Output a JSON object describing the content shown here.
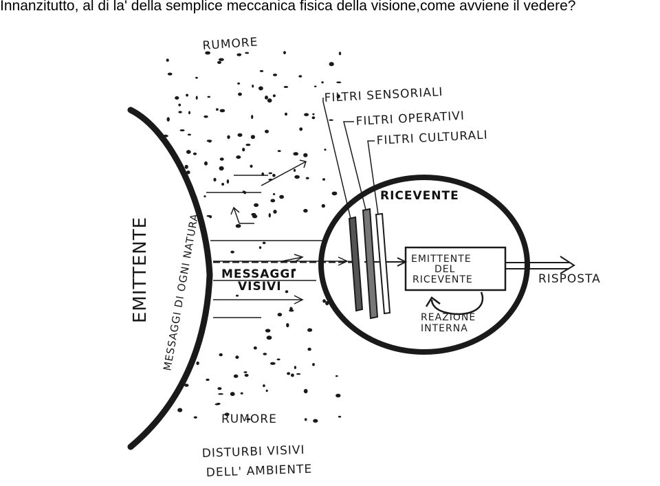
{
  "title": "Innanzitutto, al di la' della semplice meccanica fisica della visione,come avviene il vedere?",
  "diagram": {
    "emitter": "EMITTENTE",
    "messages_all": "MESSAGGI DI OGNI NATURA",
    "visual_messages": [
      "MESSAGGI",
      "VISIVI"
    ],
    "noise_top": "RUMORE",
    "noise_bottom": "RUMORE",
    "disturbances": [
      "DISTURBI VISIVI",
      "DELL' AMBIENTE"
    ],
    "filters": [
      "FILTRI SENSORIALI",
      "FILTRI OPERATIVI",
      "FILTRI CULTURALI"
    ],
    "receiver": "RICEVENTE",
    "receiver_emitter": [
      "EMITTENTE",
      "DEL",
      "RICEVENTE"
    ],
    "internal_reaction": [
      "REAZIONE",
      "INTERNA"
    ],
    "response": "RISPOSTA",
    "colors": {
      "ink": "#1a1a1a",
      "background": "#ffffff"
    }
  }
}
